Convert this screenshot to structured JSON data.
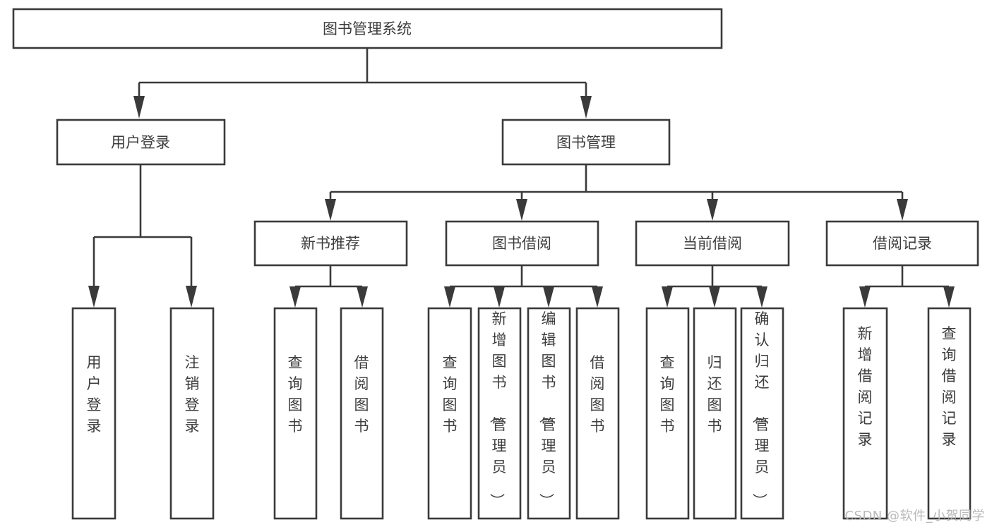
{
  "diagram": {
    "type": "tree",
    "title": "图书管理系统",
    "root": {
      "label": "图书管理系统"
    },
    "level2": [
      {
        "label": "用户登录"
      },
      {
        "label": "图书管理"
      }
    ],
    "level3": [
      {
        "label": "新书推荐"
      },
      {
        "label": "图书借阅"
      },
      {
        "label": "当前借阅"
      },
      {
        "label": "借阅记录"
      }
    ],
    "leaves": {
      "user_login": [
        {
          "label": "用户登录"
        },
        {
          "label": "注销登录"
        }
      ],
      "new_book_recommend": [
        {
          "label": "查询图书"
        },
        {
          "label": "借阅图书"
        }
      ],
      "book_borrow": [
        {
          "label": "查询图书"
        },
        {
          "label": "新增图书（管理员）"
        },
        {
          "label": "编辑图书（管理员）"
        },
        {
          "label": "借阅图书"
        }
      ],
      "current_borrow": [
        {
          "label": "查询图书"
        },
        {
          "label": "归还图书"
        },
        {
          "label": "确认归还（管理员）"
        }
      ],
      "borrow_record": [
        {
          "label": "新增借阅记录"
        },
        {
          "label": "查询借阅记录"
        }
      ]
    }
  },
  "watermark": {
    "text": "CSDN @软件_小贺同学"
  },
  "colors": {
    "stroke": "#3a3a3a",
    "text": "#3d3d3d",
    "background": "#ffffff",
    "watermark": "#b9b9b9"
  }
}
